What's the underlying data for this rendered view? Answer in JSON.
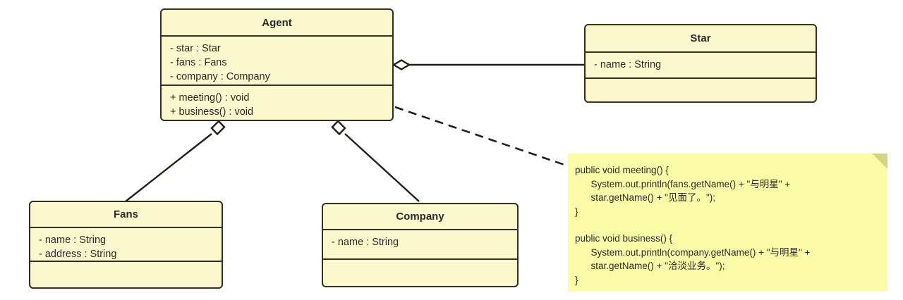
{
  "diagram": {
    "type": "uml-class-diagram",
    "background_color": "#ffffff",
    "class_fill_color": "#fbf8ce",
    "class_border_color": "#332f21",
    "note_fill_color": "#fcfca8"
  },
  "classes": {
    "agent": {
      "name": "Agent",
      "attributes": [
        "- star : Star",
        "- fans : Fans",
        "- company : Company"
      ],
      "methods": [
        "+ meeting() : void",
        "+ business() : void"
      ]
    },
    "star": {
      "name": "Star",
      "attributes": [
        "- name : String"
      ],
      "methods": []
    },
    "fans": {
      "name": "Fans",
      "attributes": [
        "- name : String",
        "- address : String"
      ],
      "methods": []
    },
    "company": {
      "name": "Company",
      "attributes": [
        "- name : String"
      ],
      "methods": []
    }
  },
  "relationships": [
    {
      "from": "Agent",
      "to": "Star",
      "type": "aggregation",
      "style": "solid",
      "decorator": "hollow-diamond"
    },
    {
      "from": "Agent",
      "to": "Fans",
      "type": "aggregation",
      "style": "solid",
      "decorator": "hollow-diamond"
    },
    {
      "from": "Agent",
      "to": "Company",
      "type": "aggregation",
      "style": "solid",
      "decorator": "hollow-diamond"
    },
    {
      "from": "Agent",
      "to": "code-note",
      "type": "note-anchor",
      "style": "dashed",
      "decorator": "none"
    }
  ],
  "note": {
    "method_one": "public void meeting() {\n      System.out.println(fans.getName() + \"与明星\" +\n      star.getName() + \"见面了。\");\n}",
    "method_two": "public void business() {\n      System.out.println(company.getName() + \"与明星\" +\n      star.getName() + \"洽淡业务。\");\n}"
  }
}
